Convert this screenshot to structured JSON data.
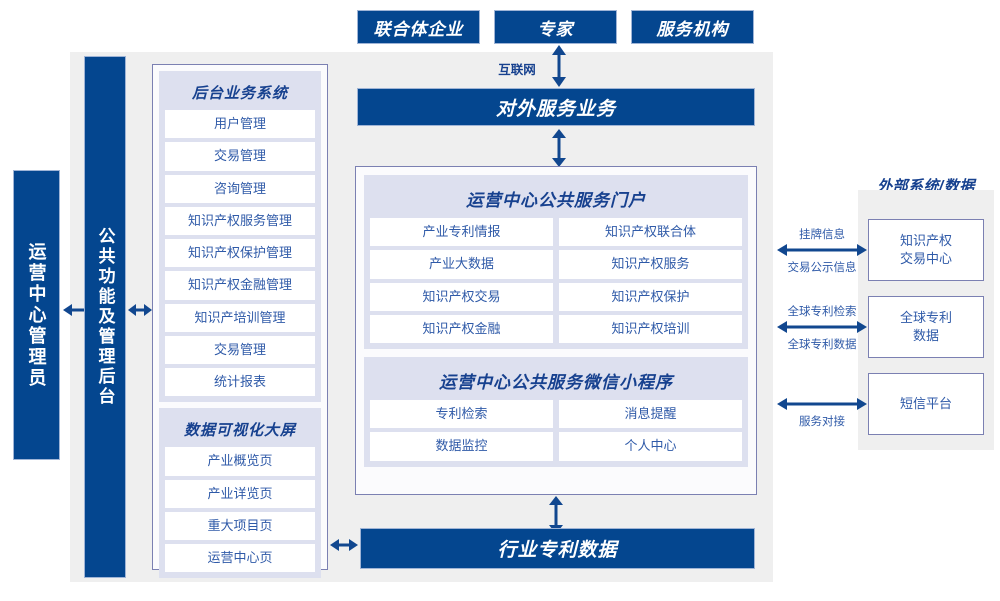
{
  "top_actors": [
    {
      "label": "联合体企业"
    },
    {
      "label": "专家"
    },
    {
      "label": "服务机构"
    }
  ],
  "network_label": "互联网",
  "external_service_bar": "对外服务业务",
  "left_rails": [
    {
      "label": "运营中心管理员"
    },
    {
      "label": "公共功能及管理后台"
    }
  ],
  "backend": {
    "title": "后台业务系统",
    "items": [
      {
        "label": "用户管理"
      },
      {
        "label": "交易管理"
      },
      {
        "label": "咨询管理"
      },
      {
        "label": "知识产权服务管理"
      },
      {
        "label": "知识产权保护管理"
      },
      {
        "label": "知识产权金融管理"
      },
      {
        "label": "知识产培训管理"
      },
      {
        "label": "交易管理"
      },
      {
        "label": "统计报表"
      }
    ]
  },
  "dashboard": {
    "title": "数据可视化大屏",
    "items": [
      {
        "label": "产业概览页"
      },
      {
        "label": "产业详览页"
      },
      {
        "label": "重大项目页"
      },
      {
        "label": "运营中心页"
      }
    ]
  },
  "portal": {
    "title": "运营中心公共服务门户",
    "left_items": [
      {
        "label": "产业专利情报"
      },
      {
        "label": "产业大数据"
      },
      {
        "label": "知识产权交易"
      },
      {
        "label": "知识产权金融"
      }
    ],
    "right_items": [
      {
        "label": "知识产权联合体"
      },
      {
        "label": "知识产权服务"
      },
      {
        "label": "知识产权保护"
      },
      {
        "label": "知识产权培训"
      }
    ]
  },
  "miniprogram": {
    "title": "运营中心公共服务微信小程序",
    "left_items": [
      {
        "label": "专利检索"
      },
      {
        "label": "数据监控"
      }
    ],
    "right_items": [
      {
        "label": "消息提醒"
      },
      {
        "label": "个人中心"
      }
    ]
  },
  "bottom_bar": {
    "label": "行业专利数据"
  },
  "external": {
    "title": "外部系统/数据",
    "boxes": [
      {
        "label": "知识产权\n交易中心"
      },
      {
        "label": "全球专利\n数据"
      },
      {
        "label": "短信平台"
      }
    ],
    "connectors": [
      {
        "above": "挂牌信息",
        "below": "交易公示信息"
      },
      {
        "above": "全球专利检索",
        "below": "全球专利数据"
      },
      {
        "above": "",
        "below": "服务对接"
      }
    ]
  },
  "colors": {
    "brand_blue": "#04468f",
    "panel_lavender": "#dde0ef",
    "frame_gray": "#efefef",
    "border_purple": "#7b80b2",
    "text_blue": "#2f5aa8"
  }
}
